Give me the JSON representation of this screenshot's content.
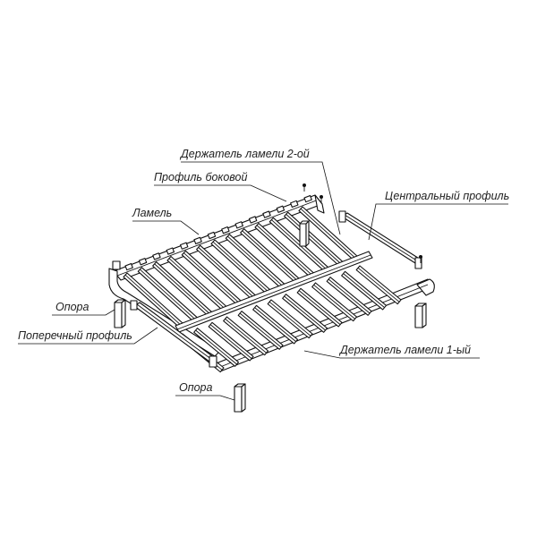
{
  "labels": {
    "slat_holder_2": "Держатель ламели 2-ой",
    "side_profile": "Профиль боковой",
    "central_profile": "Центральный профиль",
    "slat": "Ламель",
    "support_top": "Опора",
    "cross_profile": "Поперечный профиль",
    "slat_holder_1": "Держатель ламели 1-ый",
    "support_bottom": "Опора"
  }
}
